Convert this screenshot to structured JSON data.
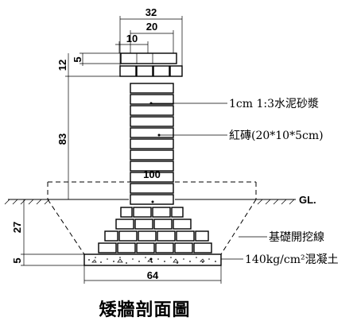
{
  "dimensions": {
    "top_overall": "32",
    "top_mid": "20",
    "top_inner": "10",
    "left_cap_small": "5",
    "left_cap": "12",
    "left_wall": "83",
    "left_depth": "27",
    "left_base": "5",
    "inner_width": "100",
    "bottom_width": "64"
  },
  "labels": {
    "mortar": "1cm 1:3水泥砂漿",
    "brick": "紅磚(20*10*5cm)",
    "ground": "GL.",
    "excavation": "基礎開挖線",
    "concrete": "140kg/cm²混凝土"
  },
  "title": "矮牆剖面圖"
}
